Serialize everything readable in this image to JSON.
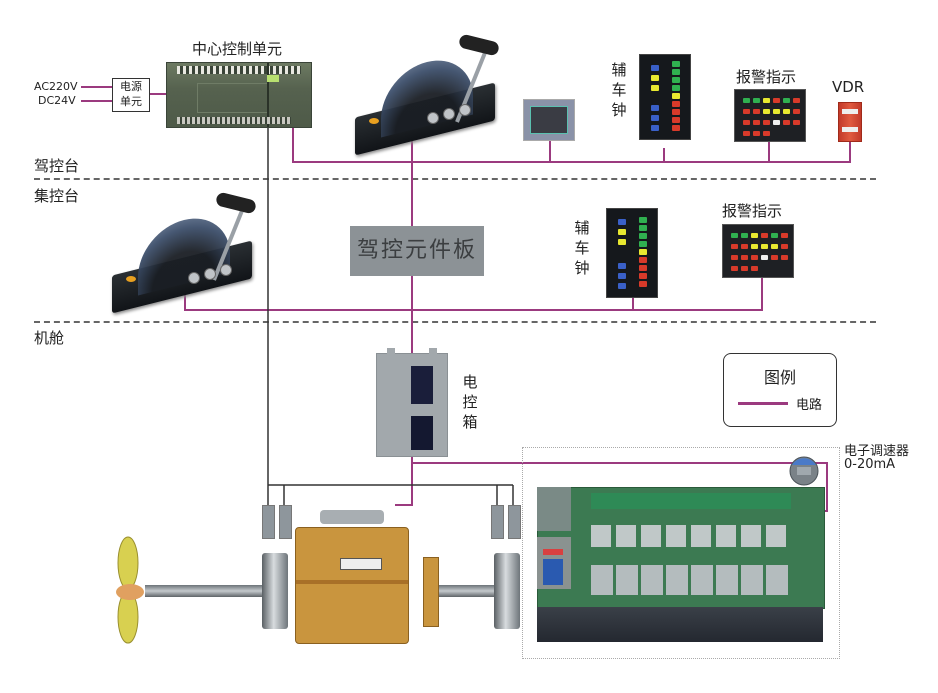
{
  "title": "船舶主机遥控系统示意图",
  "zones": {
    "bridge": "驾控台",
    "ecr": "集控台",
    "engine_room": "机舱"
  },
  "power_supply": {
    "inputs": [
      "AC220V",
      "DC24V"
    ],
    "unit_label_line1": "电源",
    "unit_label_line2": "单元"
  },
  "components": {
    "central_control_unit": "中心控制单元",
    "bridge_telegraph": [
      "辅",
      "车",
      "钟"
    ],
    "bridge_alarm": "报警指示",
    "vdr": "VDR",
    "ecr_telegraph": [
      "辅",
      "车",
      "钟"
    ],
    "ecr_alarm": "报警指示",
    "bridge_element_panel": "驾控元件板",
    "electric_control_box": [
      "电",
      "控",
      "箱"
    ],
    "governor_line1": "电子调速器",
    "governor_line2": "0-20mA"
  },
  "legend": {
    "title": "图例",
    "items": [
      {
        "label": "电路",
        "color": "#9b3a7f"
      }
    ]
  },
  "colors": {
    "circuit": "#9b3a7f",
    "signal": "#333333",
    "divider": "#666666"
  }
}
